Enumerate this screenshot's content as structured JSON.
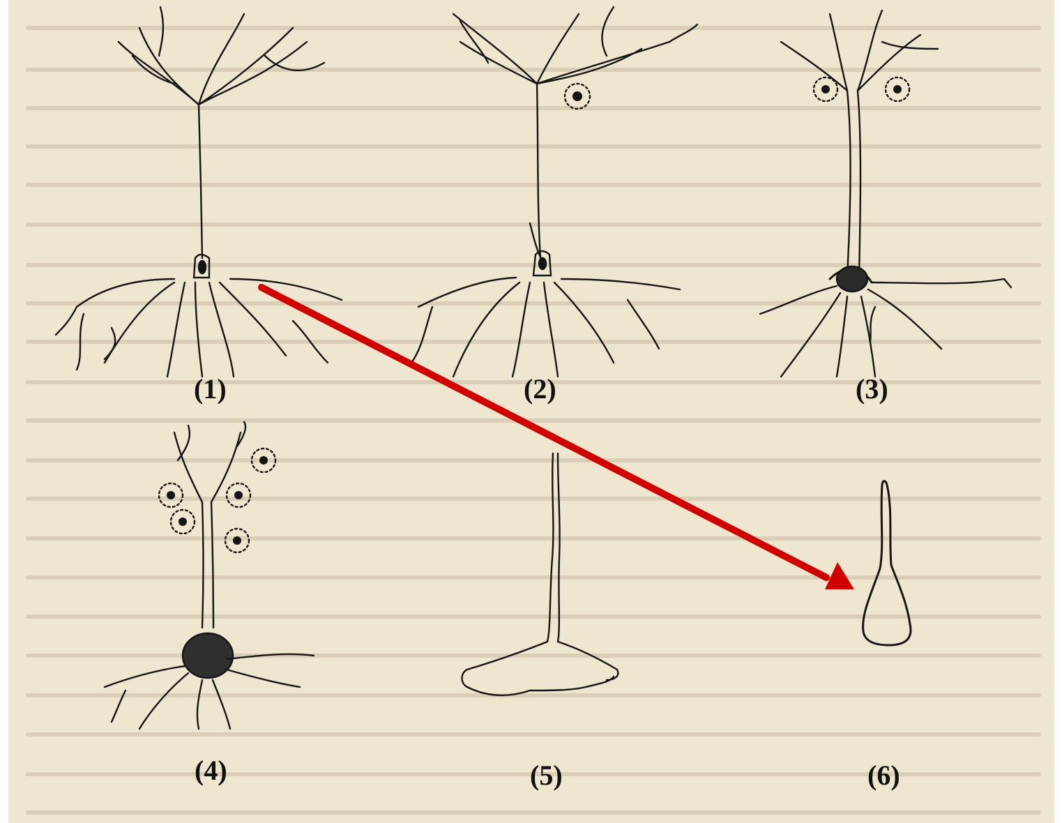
{
  "figure": {
    "labels": [
      "(1)",
      "(2)",
      "(3)",
      "(4)",
      "(5)",
      "(6)"
    ],
    "arrow_color": "#d10000",
    "ink_color": "#151515",
    "paper_color": "#efe6cf",
    "bleed_text_color": "#b9ad92"
  }
}
